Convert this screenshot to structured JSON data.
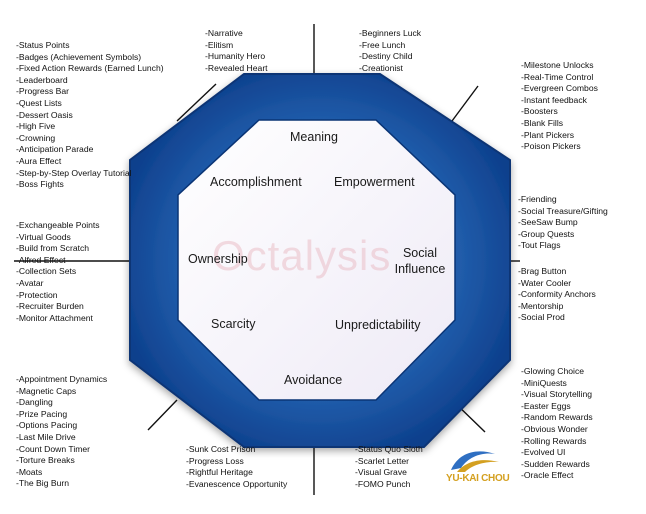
{
  "center": {
    "watermark": "Octalysis",
    "drives": {
      "meaning": "Meaning",
      "accomplishment": "Accomplishment",
      "empowerment": "Empowerment",
      "ownership": "Ownership",
      "social_influence": "Social Influence",
      "scarcity": "Scarcity",
      "unpredictability": "Unpredictability",
      "avoidance": "Avoidance"
    }
  },
  "lists": {
    "top_left_upper": [
      "-Narrative",
      "-Elitism",
      "-Humanity Hero",
      "-Revealed Heart"
    ],
    "top_right_upper": [
      "-Beginners Luck",
      "-Free Lunch",
      "-Destiny Child",
      "-Creationist"
    ],
    "left_upper": [
      "-Status Points",
      "-Badges (Achievement Symbols)",
      "-Fixed Action Rewards (Earned Lunch)",
      "-Leaderboard",
      "-Progress Bar",
      "-Quest Lists",
      "-Dessert Oasis",
      "-High Five",
      "-Crowning",
      "-Anticipation Parade",
      "-Aura Effect",
      "-Step-by-Step Overlay Tutorial",
      "-Boss Fights"
    ],
    "right_upper": [
      "-Milestone Unlocks",
      "-Real-Time Control",
      "-Evergreen Combos",
      "-Instant feedback",
      "-Boosters",
      "-Blank Fills",
      "-Plant Pickers",
      "-Poison Pickers"
    ],
    "left_middle": [
      "-Exchangeable Points",
      "-Virtual Goods",
      "-Build from Scratch",
      "-Alfred Effect",
      "-Collection Sets",
      "-Avatar",
      "-Protection",
      "-Recruiter Burden",
      "-Monitor Attachment"
    ],
    "right_middle_upper": [
      "-Friending",
      "-Social Treasure/Gifting",
      "-SeeSaw Bump",
      "-Group Quests",
      "-Tout Flags"
    ],
    "right_middle_lower": [
      "-Brag Button",
      "-Water Cooler",
      "-Conformity Anchors",
      "-Mentorship",
      "-Social Prod"
    ],
    "left_lower": [
      "-Appointment Dynamics",
      "-Magnetic Caps",
      "-Dangling",
      "-Prize Pacing",
      "-Options Pacing",
      "-Last Mile Drive",
      "-Count Down Timer",
      "-Torture Breaks",
      "-Moats",
      "-The Big Burn"
    ],
    "right_lower": [
      "-Glowing Choice",
      "-MiniQuests",
      "-Visual Storytelling",
      "-Easter Eggs",
      "-Random Rewards",
      "-Obvious Wonder",
      "-Rolling Rewards",
      "-Evolved UI",
      "-Sudden Rewards",
      "-Oracle Effect"
    ],
    "bottom_left": [
      "-Sunk Cost Prison",
      "-Progress Loss",
      "-Rightful Heritage",
      "-Evanescence Opportunity"
    ],
    "bottom_right": [
      "-Status Quo Sloth",
      "-Scarlet Letter",
      "-Visual Grave",
      "-FOMO Punch"
    ]
  },
  "logo": {
    "text": "YU-KAI CHOU"
  },
  "colors": {
    "octagon_dark": "#0d3f8c",
    "octagon_light": "#2f6fc2",
    "center_fill": "#f6f4fb",
    "watermark": "#e8b3bd",
    "logo": "#d4a020"
  }
}
